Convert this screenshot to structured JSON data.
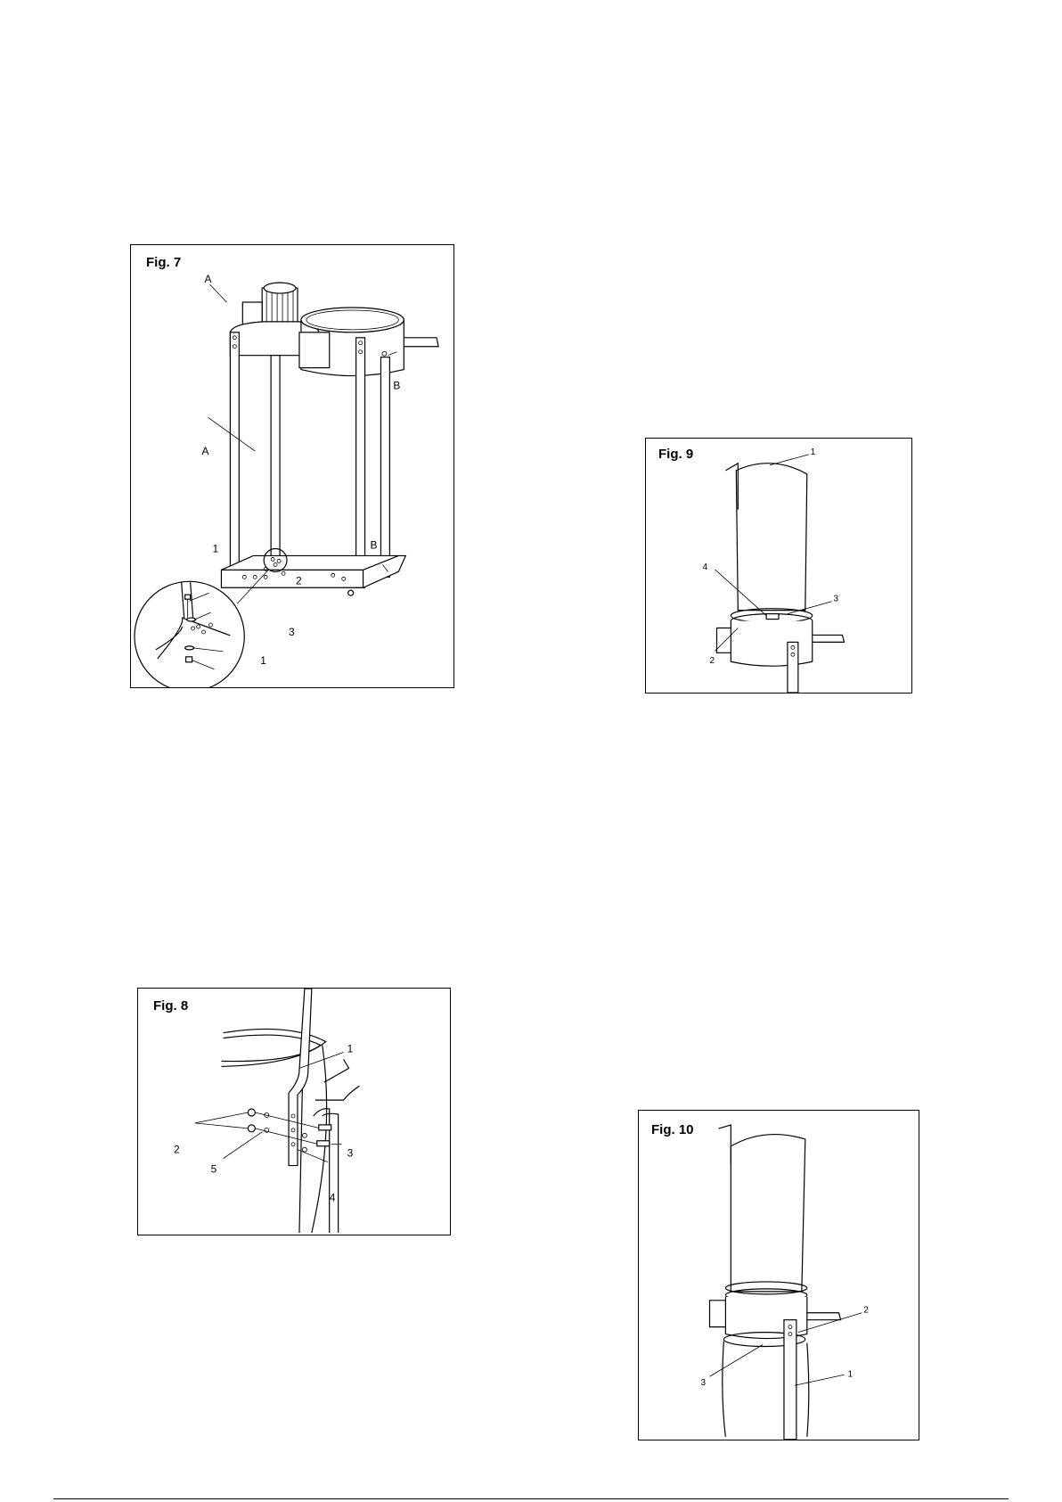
{
  "figures": {
    "fig7": {
      "title": "Fig. 7",
      "labels": {
        "a_top": "A",
        "a_mid": "A",
        "b_top": "B",
        "b_bot": "B",
        "n1a": "1",
        "n2": "2",
        "n3": "3",
        "n1b": "1"
      }
    },
    "fig8": {
      "title": "Fig. 8",
      "labels": {
        "n1": "1",
        "n2": "2",
        "n3": "3",
        "n4": "4",
        "n5": "5"
      }
    },
    "fig9": {
      "title": "Fig. 9",
      "labels": {
        "n1": "1",
        "n2": "2",
        "n3": "3",
        "n4": "4"
      }
    },
    "fig10": {
      "title": "Fig. 10",
      "labels": {
        "n1": "1",
        "n2": "2",
        "n3": "3"
      }
    }
  }
}
